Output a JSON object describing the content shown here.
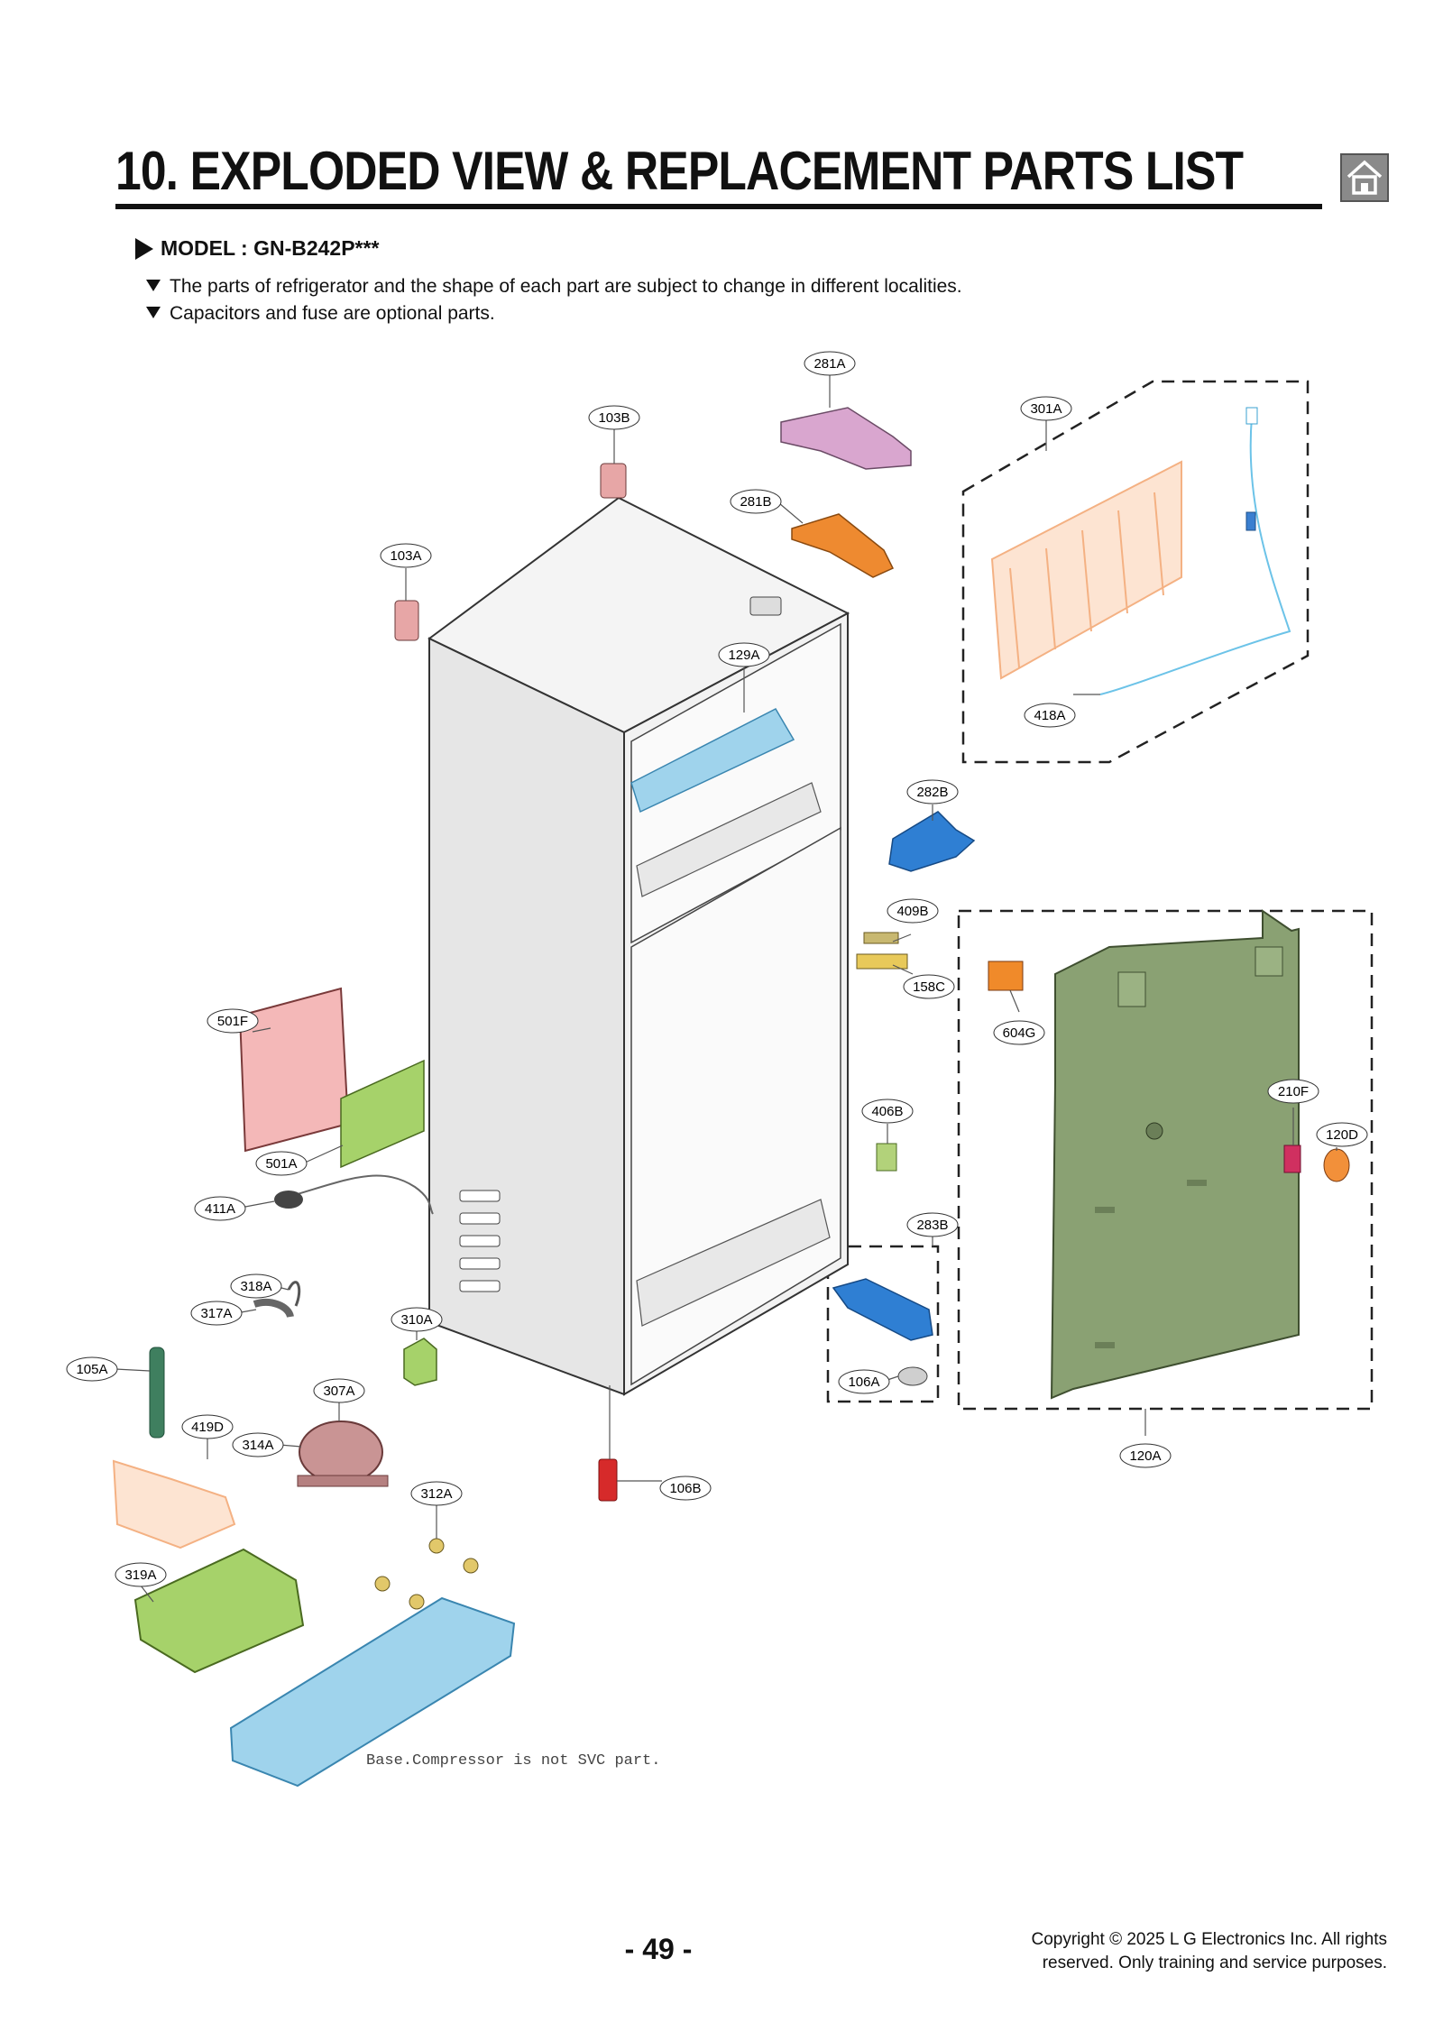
{
  "header": {
    "title": "10. EXPLODED VIEW & REPLACEMENT PARTS LIST",
    "home_icon": "home-icon"
  },
  "model": "MODEL : GN-B242P***",
  "notes": [
    "The parts of refrigerator and the shape of each part are subject to change in different localities.",
    "Capacitors and fuse are optional parts."
  ],
  "parts": [
    {
      "code": "281A"
    },
    {
      "code": "103B"
    },
    {
      "code": "301A"
    },
    {
      "code": "281B"
    },
    {
      "code": "103A"
    },
    {
      "code": "129A"
    },
    {
      "code": "418A"
    },
    {
      "code": "282B"
    },
    {
      "code": "409B"
    },
    {
      "code": "158C"
    },
    {
      "code": "604G"
    },
    {
      "code": "501F"
    },
    {
      "code": "210F"
    },
    {
      "code": "406B"
    },
    {
      "code": "120D"
    },
    {
      "code": "501A"
    },
    {
      "code": "411A"
    },
    {
      "code": "283B"
    },
    {
      "code": "318A"
    },
    {
      "code": "317A"
    },
    {
      "code": "310A"
    },
    {
      "code": "105A"
    },
    {
      "code": "106A"
    },
    {
      "code": "307A"
    },
    {
      "code": "419D"
    },
    {
      "code": "314A"
    },
    {
      "code": "120A"
    },
    {
      "code": "312A"
    },
    {
      "code": "106B"
    },
    {
      "code": "319A"
    }
  ],
  "base_note": "Base.Compressor is not SVC part.",
  "footer": {
    "page": "- 49 -",
    "copyright_line1": "Copyright © 2025 L G Electronics Inc. All rights",
    "copyright_line2": "reserved. Only training and service purposes."
  },
  "colors": {
    "cabinet": "#ececec",
    "tray_blue": "#9fd3ec",
    "evaporator": "#f4b183",
    "cover_green": "#8aa173",
    "hinge_blue": "#2f7fd3",
    "leaf_green": "#a6d26a",
    "pink": "#d9a6cf"
  }
}
